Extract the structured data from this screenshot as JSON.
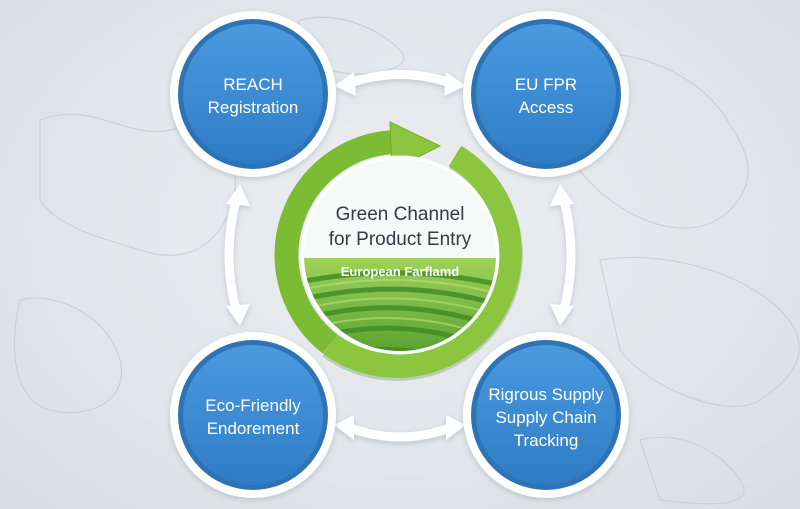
{
  "center": {
    "title_line1": "Green Channel",
    "title_line2": "for Product Entry",
    "subtitle": "European Farflamd"
  },
  "nodes": {
    "top_left": {
      "line1": "REACH",
      "line2": "Registration"
    },
    "top_right": {
      "line1": "EU FPR",
      "line2": "Access"
    },
    "bottom_left": {
      "line1": "Eco-Friendly",
      "line2": "Endorement"
    },
    "bottom_right": {
      "line1": "Rigrous Supply",
      "line2": "Supply Chain",
      "line3": "Tracking"
    }
  },
  "colors": {
    "node_fill": "#3d8fd3",
    "node_ring": "#2f73b4",
    "cycle_arrow": "#8cc63f",
    "connector": "#ffffff"
  }
}
